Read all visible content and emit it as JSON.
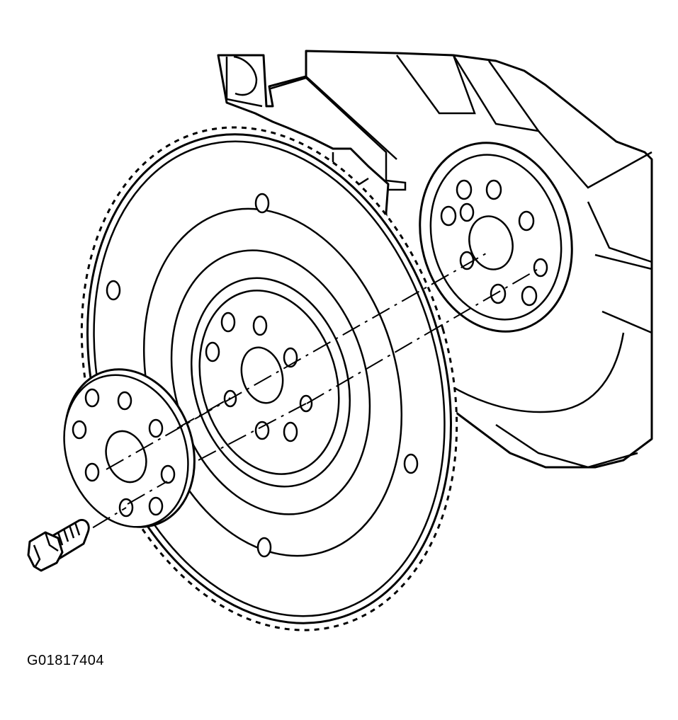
{
  "figure_code": "G01817404",
  "colors": {
    "line": "#000000",
    "background": "#ffffff"
  },
  "parts": [
    "engine-block",
    "crankshaft-flange",
    "flywheel",
    "ring-gear",
    "flywheel-spacer-plate",
    "flywheel-bolt"
  ]
}
